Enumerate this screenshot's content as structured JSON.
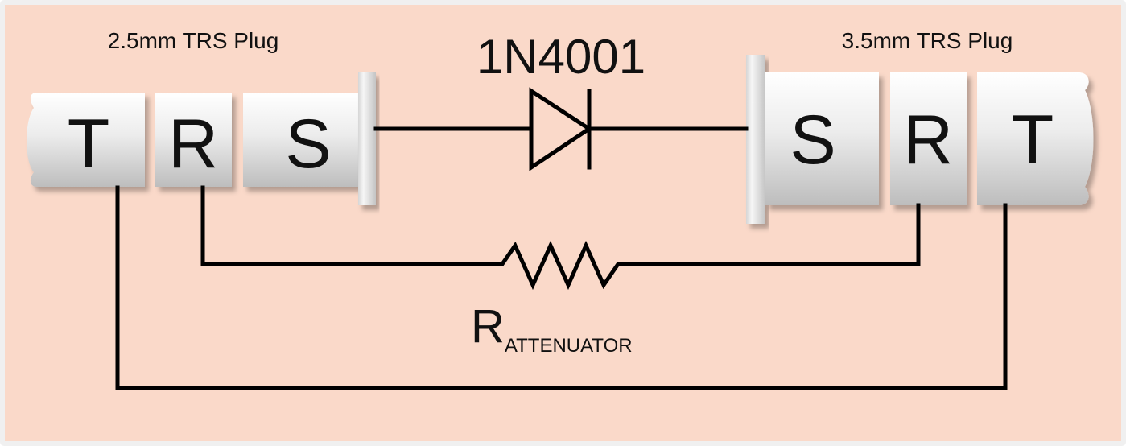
{
  "colors": {
    "background": "#fad9c9",
    "border": "#f0f0f0",
    "segment_light": "#ffffff",
    "segment_mid": "#e4e4e4",
    "segment_dark": "#b8b8b8",
    "wire": "#000000"
  },
  "left_plug": {
    "label": "2.5mm TRS Plug",
    "segments": {
      "tip": "T",
      "ring": "R",
      "sleeve": "S"
    }
  },
  "right_plug": {
    "label": "3.5mm TRS Plug",
    "segments": {
      "sleeve": "S",
      "ring": "R",
      "tip": "T"
    }
  },
  "diode": {
    "label": "1N4001"
  },
  "resistor": {
    "label_main": "R",
    "label_sub": "ATTENUATOR"
  }
}
